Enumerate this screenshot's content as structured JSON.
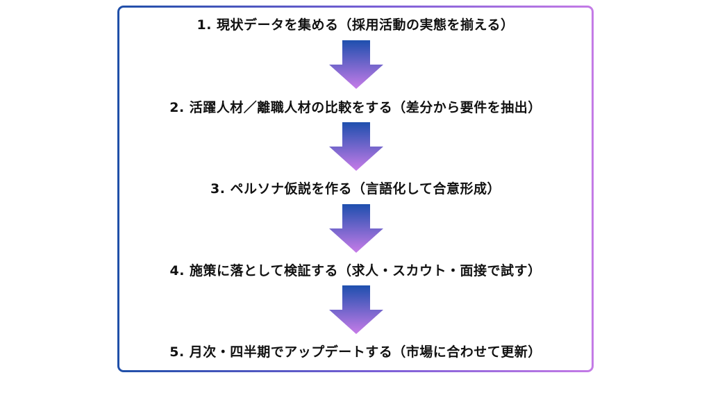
{
  "flow": {
    "steps": [
      {
        "label": "1. 現状データを集める（採用活動の実態を揃える）"
      },
      {
        "label": "2. 活躍人材／離職人材の比較をする（差分から要件を抽出）"
      },
      {
        "label": "3. ペルソナ仮説を作る（言語化して合意形成）"
      },
      {
        "label": "4. 施策に落として検証する（求人・スカウト・面接で試す）"
      },
      {
        "label": "5. 月次・四半期でアップデートする（市場に合わせて更新）"
      }
    ]
  },
  "colors": {
    "frame_start": "#1f4fa8",
    "frame_end": "#c47be6",
    "arrow_top": "#1e4fae",
    "arrow_bottom": "#c77ce8",
    "text": "#111111"
  }
}
